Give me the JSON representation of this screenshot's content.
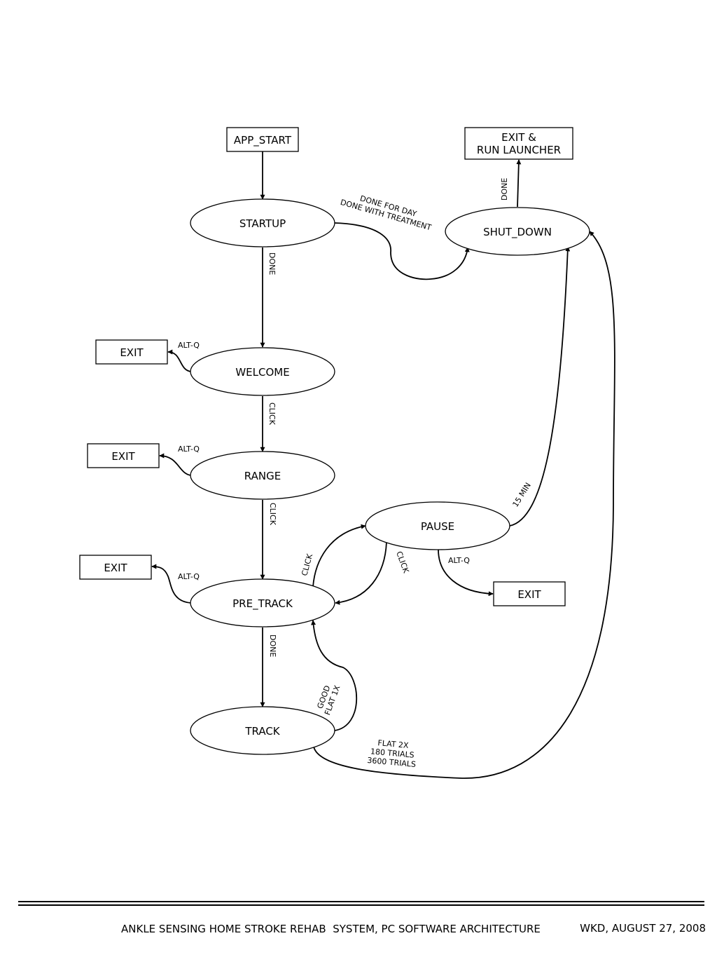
{
  "nodes": {
    "app_start": "APP_START",
    "startup": "STARTUP",
    "welcome": "WELCOME",
    "range": "RANGE",
    "pre_track": "PRE_TRACK",
    "track": "TRACK",
    "pause": "PAUSE",
    "shut_down": "SHUT_DOWN",
    "exit_run_launcher": [
      "EXIT &",
      "RUN LAUNCHER"
    ],
    "exit": "EXIT"
  },
  "edges": {
    "startup_to_welcome": "DONE",
    "startup_to_shutdown": [
      "DONE FOR DAY",
      "DONE WITH TREATMENT"
    ],
    "shutdown_to_launcher": "DONE",
    "welcome_to_range": "CLICK",
    "welcome_exit": "ALT-Q",
    "range_to_pretrack": "CLICK",
    "range_exit": "ALT-Q",
    "pretrack_exit": "ALT-Q",
    "pretrack_to_pause": "CLICK",
    "pause_to_pretrack": "CLICK",
    "pause_exit": "ALT-Q",
    "pause_to_shutdown": "15 MIN",
    "pretrack_to_track": "DONE",
    "track_to_pretrack": [
      "GOOD",
      "FLAT 1X"
    ],
    "track_to_shutdown": [
      "FLAT 2X",
      "180 TRIALS",
      "3600 TRIALS"
    ]
  },
  "footer": {
    "title": "ANKLE SENSING HOME STROKE REHAB  SYSTEM, PC SOFTWARE ARCHITECTURE",
    "author_date": "WKD, AUGUST 27, 2008"
  }
}
